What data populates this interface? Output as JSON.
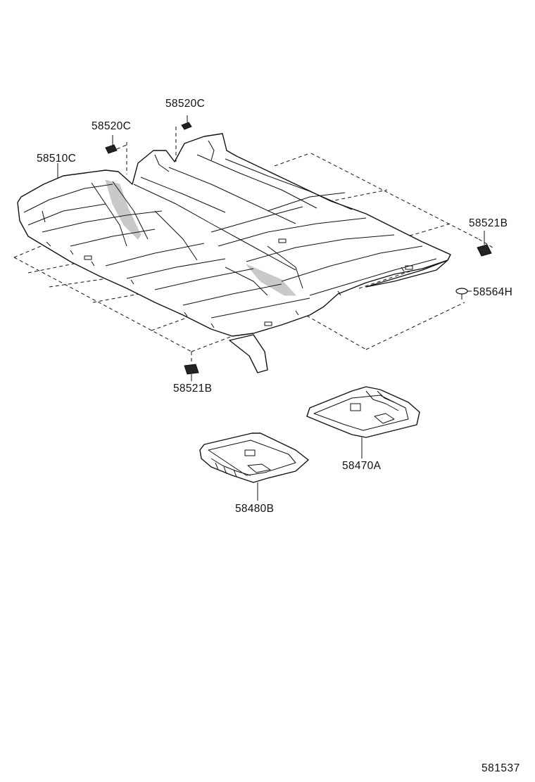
{
  "diagram": {
    "callouts": {
      "c58520c_top": "58520C",
      "c58520c_left": "58520C",
      "c58510c": "58510C",
      "c58521b_right": "58521B",
      "c58564h": "58564H",
      "c58521b_bottom": "58521B",
      "c58470a": "58470A",
      "c58480b": "58480B"
    },
    "figure_id": "581537"
  }
}
